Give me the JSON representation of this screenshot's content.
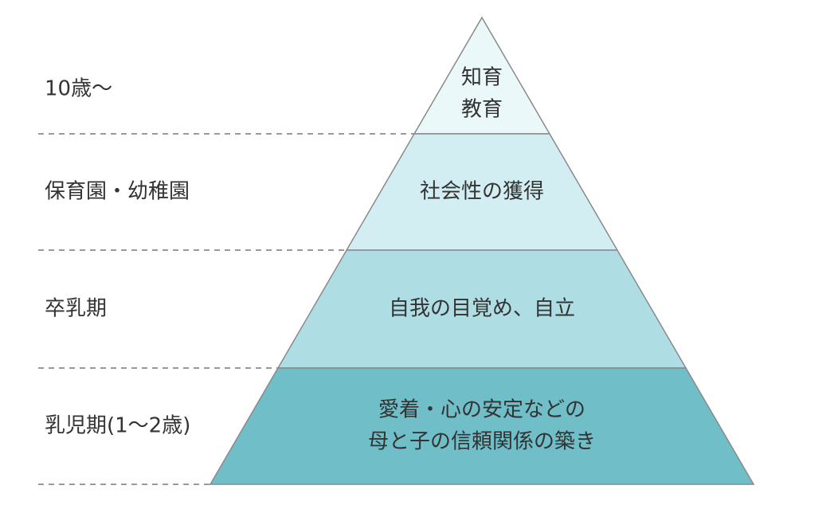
{
  "stages": [
    {
      "label": "10歳〜",
      "tier_lines": [
        "知育",
        "教育"
      ],
      "fill": "#eaf8fa"
    },
    {
      "label": "保育園・幼稚園",
      "tier_lines": [
        "社会性の獲得"
      ],
      "fill": "#d3eef2"
    },
    {
      "label": "卒乳期",
      "tier_lines": [
        "自我の目覚め、自立"
      ],
      "fill": "#aedde3"
    },
    {
      "label": "乳児期(1〜2歳)",
      "tier_lines": [
        "愛着・心の安定などの",
        "母と子の信頼関係の築き"
      ],
      "fill": "#6fbec8"
    }
  ]
}
